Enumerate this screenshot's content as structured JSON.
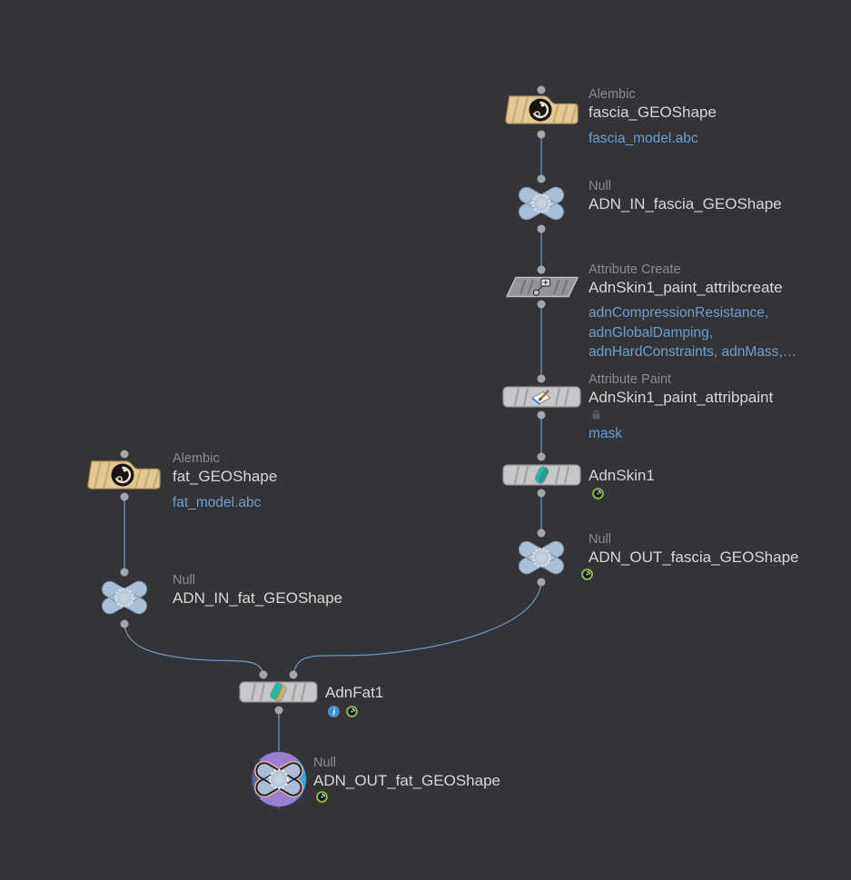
{
  "app": {
    "view_name": "network-editor"
  },
  "colors": {
    "background": "#343437",
    "wire": "#6e92bc",
    "node_name_text": "#d6d7d8",
    "node_type_text": "#8a8c8e",
    "comment_text": "#6c9cce",
    "alembic_node_tan": "#e3c895",
    "null_node_blue": "#a9c0d6",
    "tile_gray": "#c6c7c8",
    "selected_outline_pink": "#e8a89c",
    "display_flag_blue": "#2aabe8",
    "template_flag_purple": "#9a7fd1",
    "time_badge_green": "#85b94e",
    "info_badge_blue": "#3f8fd2"
  },
  "nodes": {
    "fascia_geoshape": {
      "type": "Alembic",
      "name": "fascia_GEOShape",
      "comment": "fascia_model.abc"
    },
    "adn_in_fascia": {
      "type": "Null",
      "name": "ADN_IN_fascia_GEOShape"
    },
    "attribcreate": {
      "type": "Attribute Create",
      "name": "AdnSkin1_paint_attribcreate",
      "comment_lines": [
        "adnCompressionResistance,",
        "adnGlobalDamping,",
        "adnHardConstraints, adnMass,…"
      ]
    },
    "attribpaint": {
      "type": "Attribute Paint",
      "name": "AdnSkin1_paint_attribpaint",
      "comment": "mask"
    },
    "adnskin1": {
      "name": "AdnSkin1"
    },
    "adn_out_fascia": {
      "type": "Null",
      "name": "ADN_OUT_fascia_GEOShape"
    },
    "fat_geoshape": {
      "type": "Alembic",
      "name": "fat_GEOShape",
      "comment": "fat_model.abc"
    },
    "adn_in_fat": {
      "type": "Null",
      "name": "ADN_IN_fat_GEOShape"
    },
    "adnfat1": {
      "name": "AdnFat1"
    },
    "adn_out_fat": {
      "type": "Null",
      "name": "ADN_OUT_fat_GEOShape"
    }
  }
}
